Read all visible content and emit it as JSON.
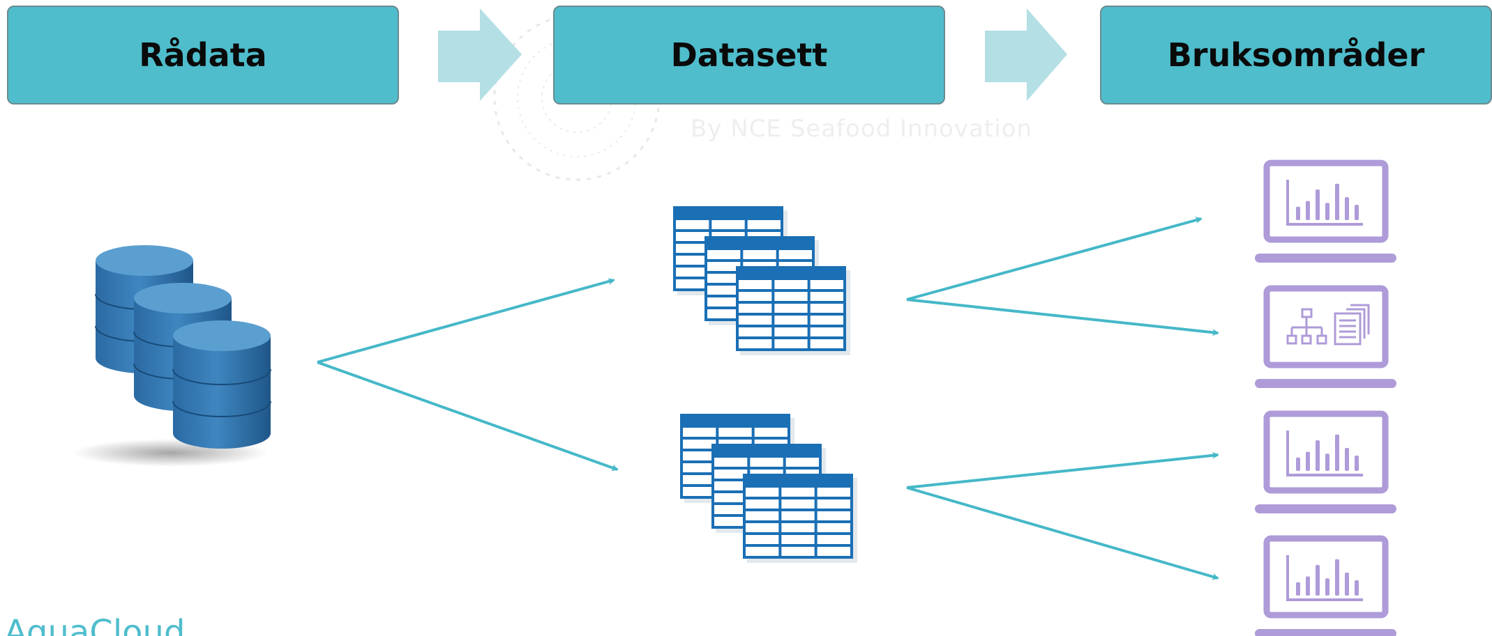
{
  "stages": [
    {
      "label": "Rådata"
    },
    {
      "label": "Datasett"
    },
    {
      "label": "Bruksområder"
    }
  ],
  "watermark": {
    "text": "By NCE Seafood Innovation"
  },
  "brand": {
    "text": "AquaCloud"
  },
  "colors": {
    "stage_fill": "#4fbdcc",
    "stage_arrow": "#b3dfe5",
    "connector": "#45b8c8",
    "database": "#2f74ad",
    "dataset_table": "#1a6fb5",
    "laptop": "#ae9bd8"
  },
  "icons": {
    "raw_data": "database-stack-icon",
    "datasets": "table-stack-icon",
    "uses": [
      "bar-chart-laptop-icon",
      "org-chart-laptop-icon",
      "bar-chart-laptop-icon",
      "bar-chart-laptop-icon"
    ]
  }
}
